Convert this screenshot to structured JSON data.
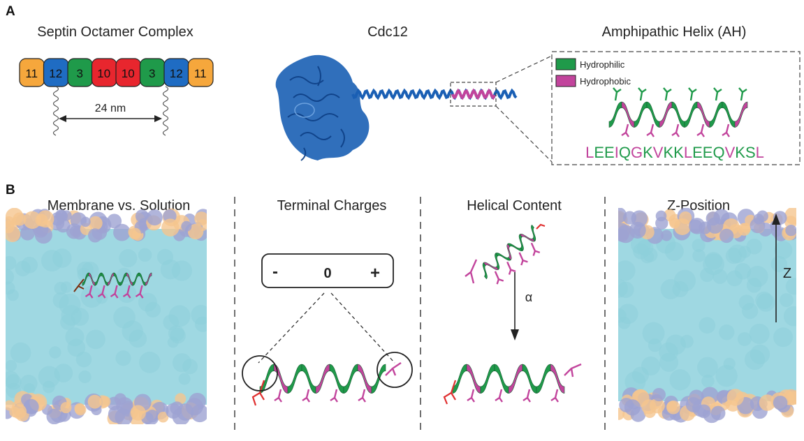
{
  "panel_a": {
    "label": "A",
    "septin_title": "Septin Octamer Complex",
    "septin_subunits": [
      {
        "label": "11",
        "color": "#f6a73c"
      },
      {
        "label": "12",
        "color": "#1f6cc3"
      },
      {
        "label": "3",
        "color": "#1f9a4a"
      },
      {
        "label": "10",
        "color": "#e8262e"
      },
      {
        "label": "10",
        "color": "#e8262e"
      },
      {
        "label": "3",
        "color": "#1f9a4a"
      },
      {
        "label": "12",
        "color": "#1f6cc3"
      },
      {
        "label": "11",
        "color": "#f6a73c"
      }
    ],
    "distance_label": "24 nm",
    "cdc12_title": "Cdc12",
    "ah_title": "Amphipathic Helix (AH)",
    "legend": [
      {
        "label": "Hydrophilic",
        "color": "#1f9a4a"
      },
      {
        "label": "Hydrophobic",
        "color": "#c2449c"
      }
    ],
    "sequence": [
      {
        "c": "L",
        "t": "phobic"
      },
      {
        "c": "E",
        "t": "philic"
      },
      {
        "c": "E",
        "t": "philic"
      },
      {
        "c": "I",
        "t": "phobic"
      },
      {
        "c": "Q",
        "t": "philic"
      },
      {
        "c": "G",
        "t": "phobic"
      },
      {
        "c": "K",
        "t": "philic"
      },
      {
        "c": "V",
        "t": "phobic"
      },
      {
        "c": "K",
        "t": "philic"
      },
      {
        "c": "K",
        "t": "philic"
      },
      {
        "c": "L",
        "t": "phobic"
      },
      {
        "c": "E",
        "t": "philic"
      },
      {
        "c": "E",
        "t": "philic"
      },
      {
        "c": "Q",
        "t": "philic"
      },
      {
        "c": "V",
        "t": "phobic"
      },
      {
        "c": "K",
        "t": "philic"
      },
      {
        "c": "S",
        "t": "philic"
      },
      {
        "c": "L",
        "t": "phobic"
      }
    ]
  },
  "panel_b": {
    "label": "B",
    "titles": [
      "Membrane vs. Solution",
      "Terminal Charges",
      "Helical Content",
      "Z-Position"
    ],
    "charge_minus": "-",
    "charge_zero": "0",
    "charge_plus": "+",
    "alpha_label": "α",
    "z_label": "Z"
  },
  "colors": {
    "protein_blue": "#1a5fb4",
    "helix_green": "#1f9a4a",
    "helix_magenta": "#c2449c",
    "terminal_red": "#e03030",
    "lipid_core": "#9fd8e2",
    "headgroup_orange": "#f5c58f",
    "headgroup_purple": "#9ea3d2"
  }
}
